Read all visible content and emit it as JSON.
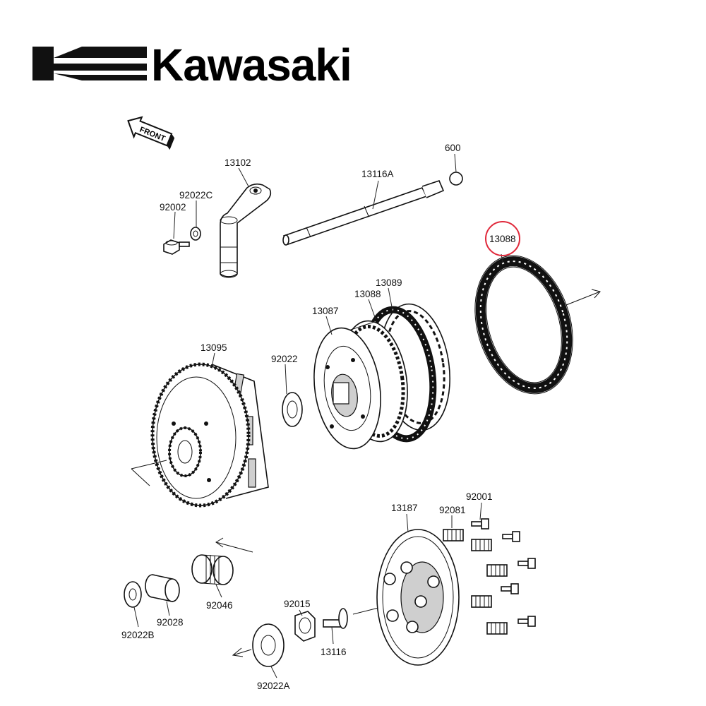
{
  "brand": {
    "name": "Kawasaki"
  },
  "orientation": {
    "label": "FRONT"
  },
  "parts": {
    "p13102": "13102",
    "p92022c": "92022C",
    "p92002": "92002",
    "p13116a": "13116A",
    "p600": "600",
    "p13088_highlight": "13088",
    "p13089": "13089",
    "p13088": "13088",
    "p13087": "13087",
    "p13095": "13095",
    "p92022": "92022",
    "p13187": "13187",
    "p92081": "92081",
    "p92001": "92001",
    "p92015": "92015",
    "p13116": "13116",
    "p92046": "92046",
    "p92028": "92028",
    "p92022b": "92022B",
    "p92022a": "92022A"
  },
  "colors": {
    "highlight_circle": "#e0283a",
    "line": "#111111"
  }
}
